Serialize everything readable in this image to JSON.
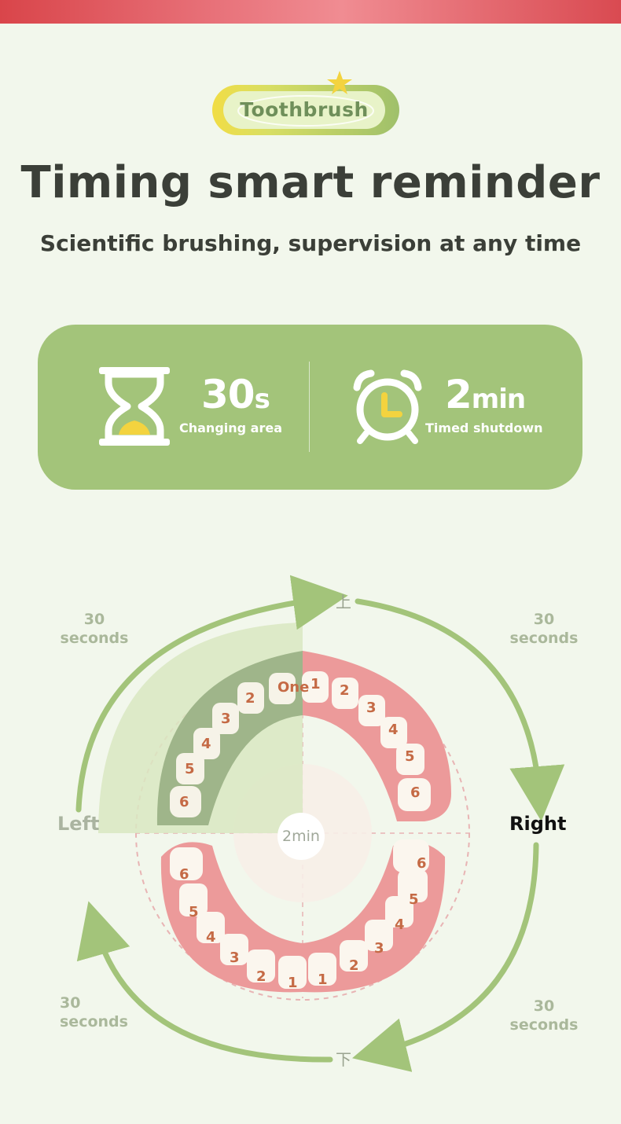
{
  "badge": {
    "label": "Toothbrush"
  },
  "title": "Timing smart reminder",
  "subtitle": "Scientific brushing, supervision at any time",
  "stats": [
    {
      "value": "30",
      "unit": "s",
      "label": "Changing area",
      "icon": "hourglass-icon"
    },
    {
      "value": "2",
      "unit": "min",
      "label": "Timed shutdown",
      "icon": "alarm-clock-icon"
    }
  ],
  "diagram": {
    "top_mark": "上",
    "bottom_mark": "下",
    "left_label": "Left",
    "right_label": "Right",
    "center_label": "2min",
    "quadrant_label_num": "30",
    "quadrant_label_unit": "seconds",
    "upper_left_numbers": [
      "One",
      "2",
      "3",
      "4",
      "5",
      "6"
    ],
    "upper_right_numbers": [
      "1",
      "2",
      "3",
      "4",
      "5",
      "6"
    ],
    "lower_left_numbers": [
      "6",
      "5",
      "4",
      "3",
      "2",
      "1"
    ],
    "lower_right_numbers": [
      "1",
      "2",
      "3",
      "4",
      "5",
      "6"
    ]
  },
  "colors": {
    "green": "#a3c47a",
    "red_gum": "#ec9a9a",
    "accent_yellow": "#f3d33f"
  }
}
